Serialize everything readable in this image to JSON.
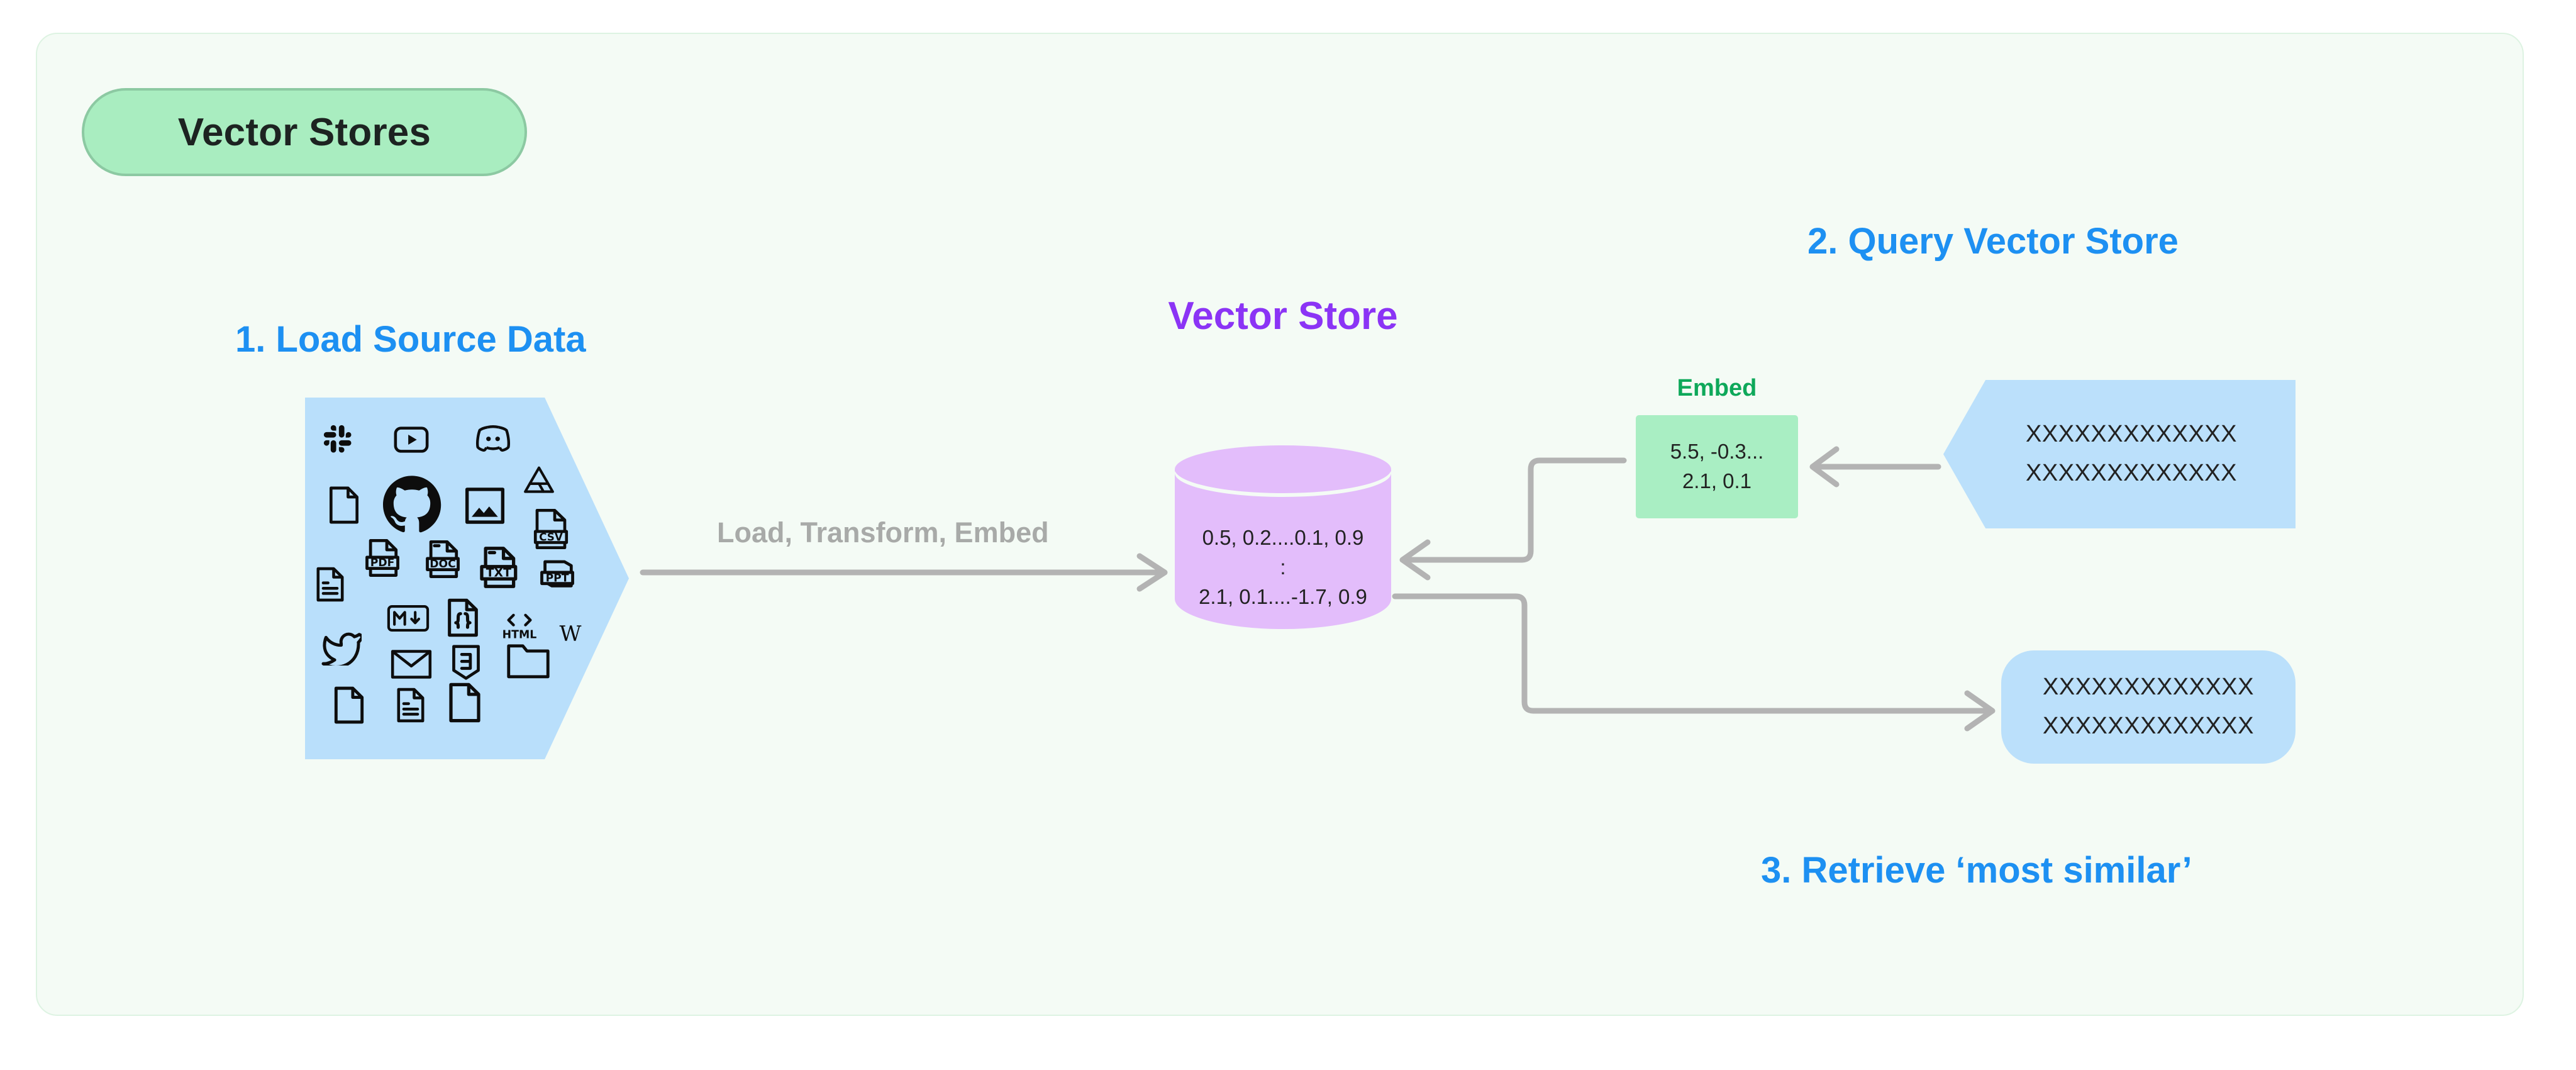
{
  "card": {
    "background": "#f4fbf5",
    "border": "#ddf3e2"
  },
  "title": {
    "label": "Vector Stores",
    "fill": "#a9edc0",
    "border": "#8cc9a2",
    "text_color": "#1d2321"
  },
  "accent": {
    "blue": "#1d90f2",
    "purple": "#8b34f5",
    "green": "#0ea85a",
    "gray": "#a8aaa8",
    "source_blue": "#b9dffb",
    "cylinder_purple": "#e3bdfb",
    "embed_green": "#a9eec3"
  },
  "steps": [
    {
      "id": "step-1",
      "label": "1. Load Source Data"
    },
    {
      "id": "step-2",
      "label": "2. Query Vector Store"
    },
    {
      "id": "step-3",
      "label": "3. Retrieve ‘most similar’"
    }
  ],
  "sources": {
    "shape": "right-pointing-pentagon",
    "icons": [
      "slack-icon",
      "youtube-icon",
      "discord-icon",
      "blank-page-icon",
      "github-icon",
      "image-icon",
      "google-drive-icon",
      "csv-file-icon",
      "text-lines-page-icon",
      "pdf-file-icon",
      "doc-file-icon",
      "txt-file-icon",
      "ppt-file-icon",
      "markdown-icon",
      "json-file-icon",
      "html-icon",
      "wikipedia-icon",
      "twitter-icon",
      "email-icon",
      "css3-icon",
      "folder-icon",
      "blank-page-2-icon",
      "text-lines-page-2-icon",
      "blank-page-3-icon"
    ]
  },
  "pipeline_label": {
    "text": "Load, Transform, Embed"
  },
  "vector_store": {
    "caption": "Vector\nStore",
    "vectors": "0.5, 0.2....0.1, 0.9\n:\n2.1, 0.1....-1.7, 0.9"
  },
  "embed": {
    "caption": "Embed",
    "vector": "5.5, -0.3...\n2.1, 0.1"
  },
  "query": {
    "shape": "left-arrow-pentagon",
    "text": "XXXXXXXXXXXXX\nXXXXXXXXXXXXX"
  },
  "retrieve": {
    "shape": "rounded-rectangle",
    "text": "XXXXXXXXXXXXX\nXXXXXXXXXXXXX"
  },
  "connectors": [
    {
      "name": "sources-to-store",
      "direction": "right"
    },
    {
      "name": "query-to-embed",
      "direction": "left"
    },
    {
      "name": "embed-to-store",
      "direction": "left"
    },
    {
      "name": "store-to-retrieve",
      "direction": "right"
    }
  ]
}
